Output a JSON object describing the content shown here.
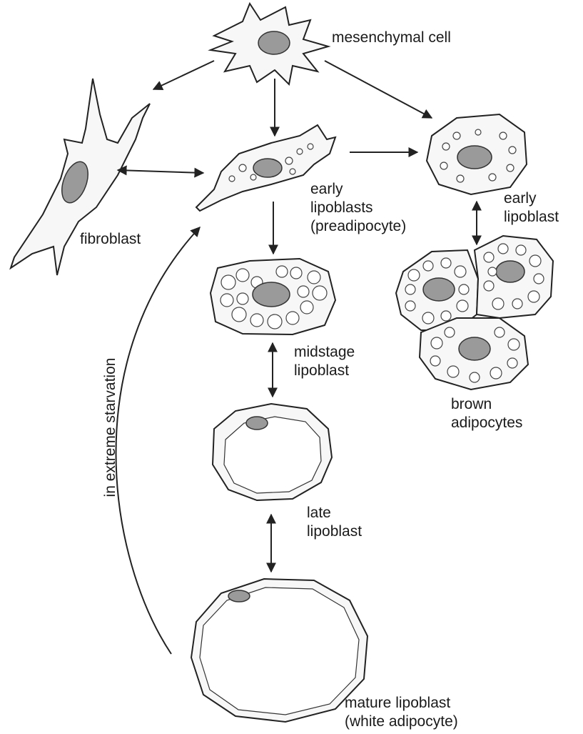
{
  "labels": {
    "mesenchymal_cell": "mesenchymal cell",
    "fibroblast": "fibroblast",
    "early_lipoblasts": [
      "early",
      "lipoblasts",
      "(preadipocyte)"
    ],
    "early_lipoblast_brown": [
      "early",
      "lipoblast"
    ],
    "midstage_lipoblast": [
      "midstage",
      "lipoblast"
    ],
    "brown_adipocytes": [
      "brown",
      "adipocytes"
    ],
    "late_lipoblast": [
      "late",
      "lipoblast"
    ],
    "mature_lipoblast": [
      "mature lipoblast",
      "(white adipocyte)"
    ],
    "starvation": "in extreme starvation"
  },
  "colors": {
    "line": "#222222",
    "nucleus": "#9a9a9a",
    "background": "#ffffff"
  }
}
